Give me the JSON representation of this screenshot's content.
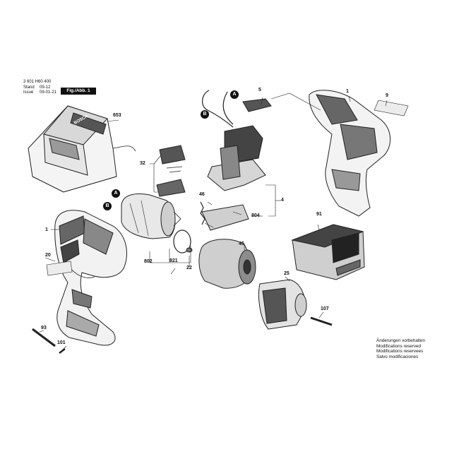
{
  "header": {
    "part_number": "3 601 H60 400",
    "stand_label": "Stand",
    "stand_value": "09-12",
    "issue_label": "Issue",
    "issue_value": "09-01-21",
    "figure_label": "Fig./Abb. 1"
  },
  "callouts": {
    "c1_body": "1",
    "c1_housing": "1",
    "c4": "4",
    "c5": "5",
    "c9": "9",
    "c20": "20",
    "c22": "22",
    "c25": "25",
    "c32": "32",
    "c45": "45",
    "c46": "46",
    "c91": "91",
    "c93": "93",
    "c101": "101",
    "c107": "107",
    "c653": "653",
    "c802": "802",
    "c804": "804",
    "c821": "821"
  },
  "markers": {
    "a1": "A",
    "b1": "B",
    "a2": "A",
    "b2": "B"
  },
  "brand_text": "BOSCH",
  "notice": [
    "Änderungen vorbehalten",
    "Modifications reserved",
    "Modifications reservees",
    "Salvo modificaciones"
  ]
}
